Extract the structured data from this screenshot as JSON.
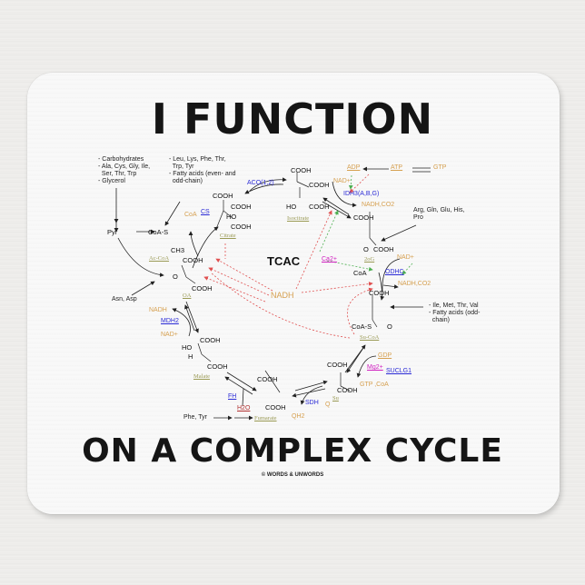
{
  "product": {
    "headline_top": "I FUNCTION",
    "headline_bottom": "ON A COMPLEX CYCLE",
    "copyright": "© WORDS & UNWORDS",
    "colors": {
      "metabolite": "#9a9a55",
      "enzyme": "#2b2bd6",
      "cofactor": "#d6a050",
      "ion": "#d020c0",
      "water": "#b03030",
      "regulation_activation": "#4caf50",
      "regulation_inhibition": "#e05050"
    }
  },
  "diagram": {
    "center_label": "TCAC",
    "center_effector": "NADH",
    "sources": {
      "pyruvate_sources": "- Carbohydrates\n- Ala, Cys, Gly, Ile,\n  Ser, Thr, Trp\n- Glycerol",
      "acetylcoa_sources": "- Leu, Lys, Phe, Thr,\n  Trp, Tyr\n- Fatty acids (even- and\n  odd-chain)",
      "akg_sources": "Arg, Gln, Glu, His,\nPro",
      "succoa_sources": "- Ile, Met, Thr, Val\n- Fatty acids (odd-\n  chain)",
      "oa_sources": "Asn, Asp",
      "fumarate_sources": "Phe, Tyr"
    },
    "pyruvate": "Pyr",
    "acetyl_coa_group": "CoA-S",
    "ch3": "CH3",
    "metabolites": {
      "acetyl_coa": "Ac-CoA",
      "citrate": "Citrate",
      "isocitrate": "Isocitrate",
      "alpha_kg": "2oG",
      "succinyl_coa": "Su-CoA",
      "succinate": "Su",
      "fumarate": "Fumarate",
      "malate": "Malate",
      "oxaloacetate": "OA"
    },
    "enzymes": {
      "cs": "CS",
      "aco": "ACO(1,2)",
      "idh": "IDH3(A,B,G)",
      "odhc": "ODHC",
      "suclg": "SUCLG1",
      "sdh": "SDH",
      "fh": "FH",
      "mdh": "MDH2"
    },
    "cofactors": {
      "coa_cs": "CoA",
      "adp": "ADP",
      "atp": "ATP",
      "gtp_top": "GTP",
      "nad_idh": "NAD+",
      "nadh_co2_idh": "NADH,CO2",
      "nad_odhc": "NAD+",
      "nadh_co2_odhc": "NADH,CO2",
      "coa_odhc": "CoA",
      "gdp": "GDP",
      "gtp_coa": "GTP ,CoA",
      "q": "Q",
      "qh2": "QH2",
      "nadh_mdh": "NADH",
      "nad_mdh": "NAD+"
    },
    "ions": {
      "ca": "Ca2+",
      "mg": "Mg2+"
    },
    "water": "H2O",
    "groups": {
      "cooh": "COOH",
      "ho": "HO",
      "h": "H",
      "o": "O",
      "coas": "CoA-S"
    }
  }
}
